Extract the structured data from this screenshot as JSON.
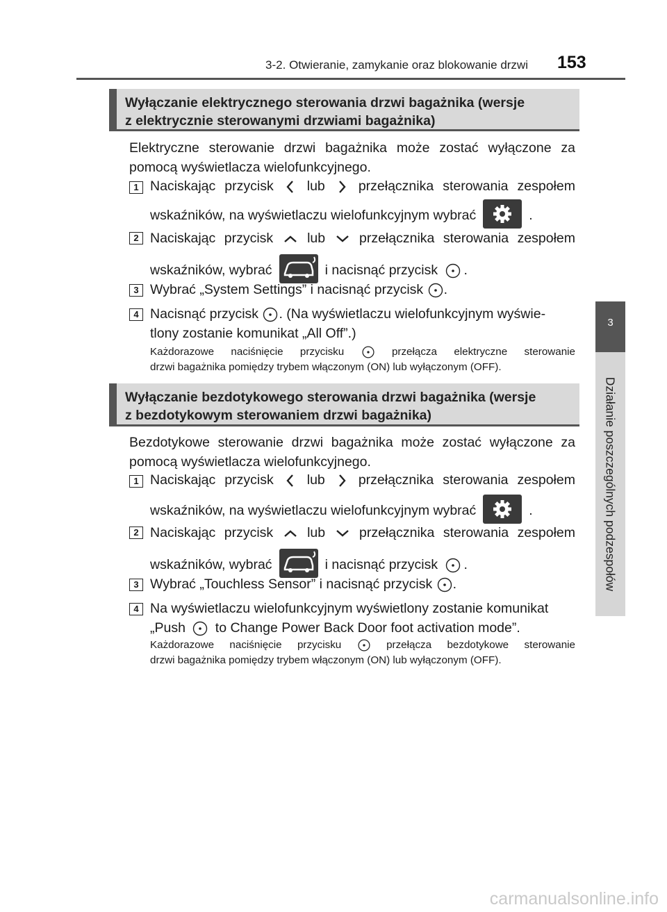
{
  "header": {
    "title": "3-2. Otwieranie, zamykanie oraz blokowanie drzwi",
    "page_number": "153"
  },
  "side_tab": {
    "chapter_number": "3",
    "chapter_title": "Działanie poszczególnych podzespołów"
  },
  "sections": [
    {
      "heading_lines": [
        "Wyłączanie elektrycznego sterowania drzwi bagażnika (wersje",
        "z elektrycznie sterowanymi drzwiami bagażnika)"
      ],
      "intro": "Elektryczne sterowanie drzwi bagażnika może zostać wyłączone za pomocą wyświetlacza wielofunkcyjnego.",
      "steps": [
        {
          "num": "1",
          "a": "Naciskając przycisk",
          "b": "lub",
          "c": "przełącznika sterowania zespołem",
          "d": "wskaźników, na wyświetlaczu wielofunkcyjnym wybrać",
          "e": "."
        },
        {
          "num": "2",
          "a": "Naciskając przycisk",
          "b": "lub",
          "c": "przełącznika sterowania zespołem",
          "d": "wskaźników, wybrać",
          "e": "i nacisnąć przycisk",
          "f": "."
        },
        {
          "num": "3",
          "a": "Wybrać „System Settings” i nacisnąć przycisk",
          "b": "."
        },
        {
          "num": "4",
          "a": "Nacisnąć przycisk",
          "b": ". (Na wyświetlaczu wielofunkcyjnym wyświe-",
          "c": "tlony zostanie komunikat „All Off”.)"
        }
      ],
      "note": {
        "a": "Każdorazowe naciśnięcie przycisku",
        "b": "przełącza elektryczne sterowanie",
        "c": "drzwi bagażnika pomiędzy trybem włączonym (ON) lub wyłączonym (OFF)."
      }
    },
    {
      "heading_lines": [
        "Wyłączanie bezdotykowego sterowania drzwi bagażnika (wersje",
        "z bezdotykowym sterowaniem drzwi bagażnika)"
      ],
      "intro": "Bezdotykowe sterowanie drzwi bagażnika może zostać wyłączone za pomocą wyświetlacza wielofunkcyjnego.",
      "steps": [
        {
          "num": "1",
          "a": "Naciskając przycisk",
          "b": "lub",
          "c": "przełącznika sterowania zespołem",
          "d": "wskaźników, na wyświetlaczu wielofunkcyjnym wybrać",
          "e": "."
        },
        {
          "num": "2",
          "a": "Naciskając przycisk",
          "b": "lub",
          "c": "przełącznika sterowania zespołem",
          "d": "wskaźników, wybrać",
          "e": "i nacisnąć przycisk",
          "f": "."
        },
        {
          "num": "3",
          "a": "Wybrać „Touchless Sensor” i nacisnąć przycisk",
          "b": "."
        },
        {
          "num": "4",
          "a": "Na wyświetlaczu wielofunkcyjnym wyświetlony zostanie komunikat",
          "b": "„Push",
          "c": "to Change Power Back Door foot activation mode”."
        }
      ],
      "note": {
        "a": "Każdorazowe naciśnięcie przycisku",
        "b": "przełącza bezdotykowe sterowanie",
        "c": "drzwi bagażnika pomiędzy trybem włączonym (ON) lub wyłączonym (OFF)."
      }
    }
  ],
  "watermark": "carmanualsonline.info",
  "icons": {
    "left": "chevron-left-icon",
    "right": "chevron-right-icon",
    "up": "chevron-up-icon",
    "down": "chevron-down-icon",
    "enter": "enter-button-icon",
    "settings": "settings-gear-icon",
    "vehicle": "vehicle-door-icon"
  }
}
